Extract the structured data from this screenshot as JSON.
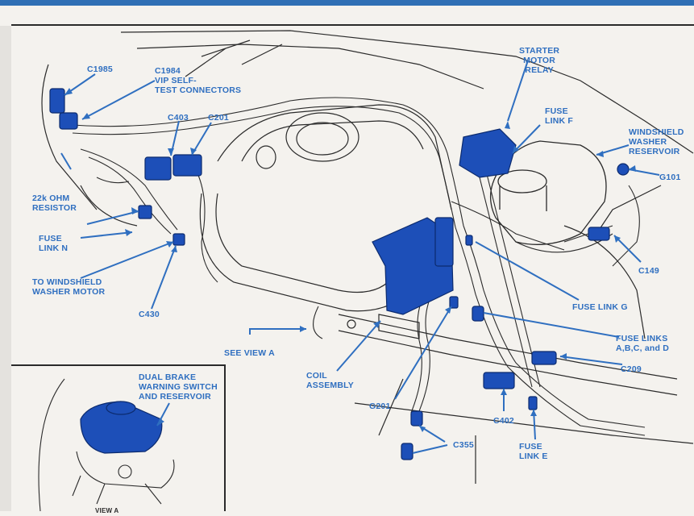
{
  "labels": {
    "c1985": "C1985",
    "c1984": "C1984\nVIP SELF-\nTEST CONNECTORS",
    "c403": "C403",
    "c201": "C201",
    "resistor": "22k OHM\nRESISTOR",
    "fuse_n": "FUSE\nLINK N",
    "washer_motor": "TO WINDSHIELD\nWASHER MOTOR",
    "c430": "C430",
    "see_view": "SEE VIEW A",
    "coil": "COIL\nASSEMBLY",
    "g201": "G201",
    "starter": "STARTER\nMOTOR\nRELAY",
    "fuse_f": "FUSE\nLINK F",
    "reservoir": "WINDSHIELD\nWASHER\nRESERVOIR",
    "g101": "G101",
    "c149": "C149",
    "fuse_g": "FUSE LINK G",
    "fuse_abcd": "FUSE LINKS\nA,B,C, and D",
    "c209": "C209",
    "c402": "C402",
    "c355": "C355",
    "fuse_e": "FUSE\nLINK E",
    "brake": "DUAL BRAKE\nWARNING SWITCH\nAND RESERVOIR",
    "view_a": "VIEW A"
  },
  "colors": {
    "label_blue": "#2f6fc0",
    "component_blue": "#1d4fb8",
    "line_art": "#2b2b2b",
    "paper": "#f4f2ee"
  }
}
